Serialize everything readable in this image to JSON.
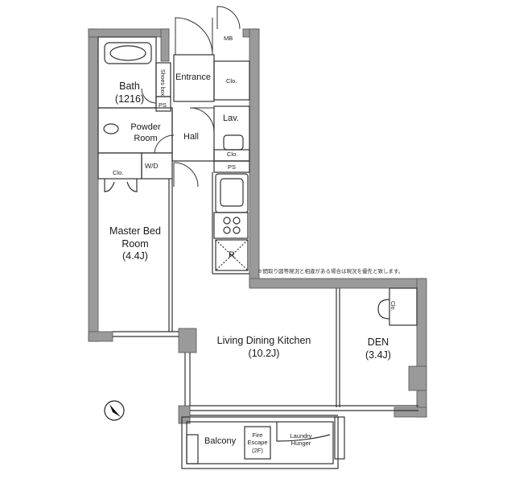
{
  "rooms": {
    "bath": "Bath",
    "bath_size": "(1216)",
    "shoes_box": "Shoes box",
    "entrance": "Entrance",
    "mb": "MB",
    "clo_entrance": "Clo.",
    "powder_room": "Powder Room",
    "hall": "Hall",
    "lav": "Lav.",
    "clo_lav": "Clo.",
    "ps_bath": "PS",
    "ps_lav": "PS",
    "w_d": "W/D",
    "clo_bed": "Clo.",
    "master_bed": "Master Bed Room",
    "master_bed_size": "(4.4J)",
    "refrigerator": "R",
    "ldk": "Living Dining Kitchen",
    "ldk_size": "(10.2J)",
    "den": "DEN",
    "den_size": "(3.4J)",
    "clo_den": "Clo.",
    "balcony": "Balcony",
    "fire_escape": "Fire Escape (2F)",
    "laundry": "Laundry Hunger"
  },
  "note": "※間取り図等現況と相違がある場合は現況を優先と致します。",
  "colors": {
    "wall": "#9a9a9a",
    "line": "#333333",
    "background": "#ffffff"
  },
  "icons": {
    "compass": "north-arrow-icon"
  }
}
